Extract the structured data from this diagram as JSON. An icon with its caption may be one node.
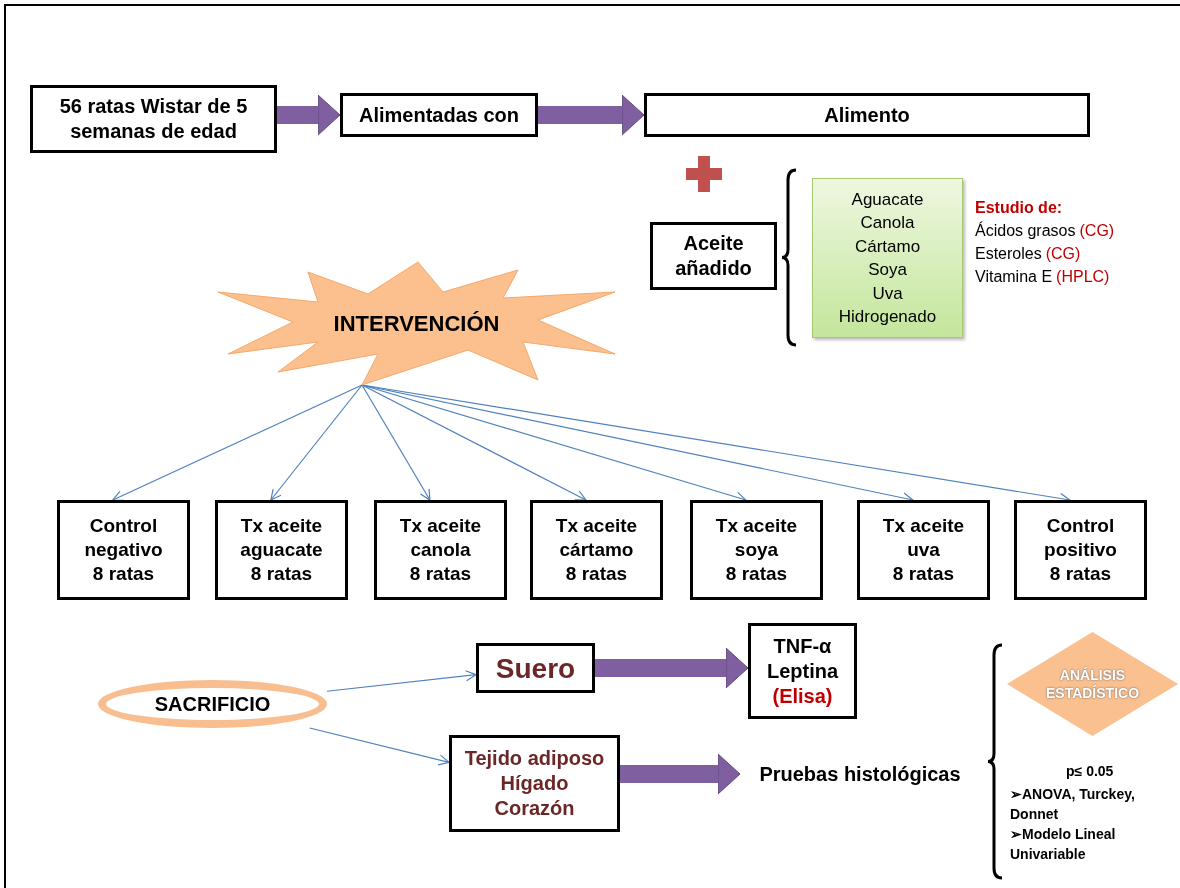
{
  "diagram": {
    "nodes": [
      {
        "text": [
          "56 ratas Wistar de 5 semanas de edad"
        ]
      },
      {
        "text": [
          "Alimentadas con"
        ]
      },
      {
        "text": [
          "Alimento"
        ]
      },
      {
        "text": [
          "Aceite añadido"
        ]
      },
      {
        "text": [
          "Aguacate",
          "Canola",
          "Cártamo",
          "Soya",
          "Uva",
          "Hidrogenado"
        ],
        "beside": [
          "Estudio de:",
          "Ácidos grasos",
          "(CG)",
          "Esteroles",
          "(CG)",
          "Vitamina E",
          "(HPLC)"
        ]
      },
      {
        "text": [
          "INTERVENCIÓN"
        ]
      },
      {
        "text": [
          "Control negativo",
          "8 ratas"
        ]
      },
      {
        "text": [
          "Tx aceite aguacate",
          "8 ratas"
        ]
      },
      {
        "text": [
          "Tx aceite canola",
          "8 ratas"
        ]
      },
      {
        "text": [
          "Tx aceite cártamo",
          "8 ratas"
        ]
      },
      {
        "text": [
          "Tx aceite soya",
          "8 ratas"
        ]
      },
      {
        "text": [
          "Tx aceite uva",
          "8 ratas"
        ]
      },
      {
        "text": [
          "Control positivo",
          "8 ratas"
        ]
      },
      {
        "text": [
          "SACRIFICIO"
        ]
      },
      {
        "text": [
          "Suero"
        ]
      },
      {
        "text": [
          "TNF-α",
          "Leptina",
          "(Elisa)"
        ]
      },
      {
        "text": [
          "Tejido adiposo",
          "Hígado",
          "Corazón"
        ]
      },
      {
        "text": [
          "Pruebas histológicas"
        ]
      },
      {
        "text": [
          "ANÁLISIS ESTADÍSTICO"
        ]
      }
    ],
    "edges": [
      {
        "from": 0,
        "to": 1,
        "arrow": "to",
        "style": "thick",
        "color": "#7f5f9f"
      },
      {
        "from": 1,
        "to": 2,
        "arrow": "to",
        "style": "thick",
        "color": "#7f5f9f"
      },
      {
        "from": 5,
        "to": 6,
        "arrow": "to"
      },
      {
        "from": 5,
        "to": 7,
        "arrow": "to"
      },
      {
        "from": 5,
        "to": 8,
        "arrow": "to"
      },
      {
        "from": 5,
        "to": 9,
        "arrow": "to"
      },
      {
        "from": 5,
        "to": 10,
        "arrow": "to"
      },
      {
        "from": 5,
        "to": 11,
        "arrow": "to"
      },
      {
        "from": 5,
        "to": 12,
        "arrow": "to"
      },
      {
        "from": 13,
        "to": 14,
        "arrow": "to"
      },
      {
        "from": 13,
        "to": 16,
        "arrow": "to"
      },
      {
        "from": 14,
        "to": 15,
        "arrow": "to",
        "style": "thick",
        "color": "#7f5f9f"
      },
      {
        "from": 16,
        "to": 17,
        "arrow": "to",
        "style": "thick",
        "color": "#7f5f9f"
      }
    ],
    "labels": [
      "p≤ 0.05",
      "➢ANOVA, Turckey, Donnet",
      "➢Modelo Lineal Univariable"
    ]
  }
}
